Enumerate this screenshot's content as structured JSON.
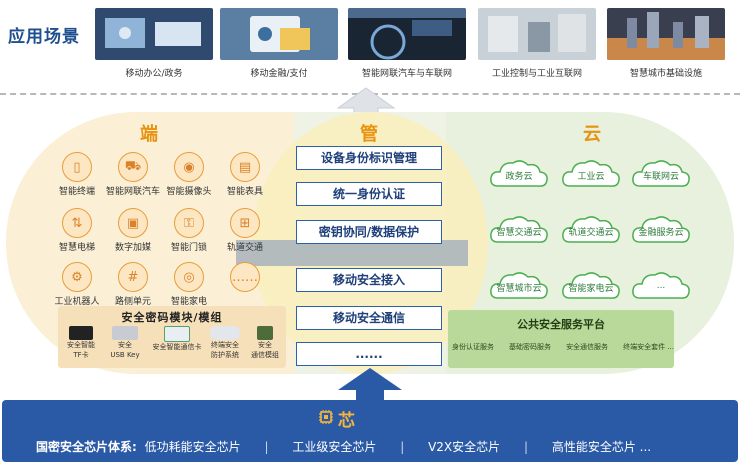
{
  "scenarios": {
    "title": "应用场景",
    "items": [
      {
        "label": "移动办公/政务"
      },
      {
        "label": "移动金融/支付"
      },
      {
        "label": "智能网联汽车与车联网"
      },
      {
        "label": "工业控制与工业互联网"
      },
      {
        "label": "智慧城市基础设施"
      }
    ]
  },
  "columns": {
    "end": "端",
    "manage": "管",
    "cloud": "云"
  },
  "end_devices": [
    {
      "label": "智能终端",
      "icon": "phone-icon"
    },
    {
      "label": "智能网联汽车",
      "icon": "car-icon"
    },
    {
      "label": "智能摄像头",
      "icon": "camera-icon"
    },
    {
      "label": "智能表具",
      "icon": "meter-icon"
    },
    {
      "label": "智慧电梯",
      "icon": "elevator-icon"
    },
    {
      "label": "数字加媒",
      "icon": "media-icon"
    },
    {
      "label": "智能门锁",
      "icon": "lock-icon"
    },
    {
      "label": "轨道交通",
      "icon": "train-icon"
    },
    {
      "label": "工业机器人",
      "icon": "robot-icon"
    },
    {
      "label": "路侧单元",
      "icon": "roadside-icon"
    },
    {
      "label": "智能家电",
      "icon": "appliance-icon"
    },
    {
      "label": "……",
      "icon": "more-icon"
    }
  ],
  "security_module": {
    "title": "安全密码模块/模组",
    "items": [
      {
        "label_1": "安全智能",
        "label_2": "TF卡"
      },
      {
        "label_1": "安全",
        "label_2": "USB Key"
      },
      {
        "label_1": "安全智能通信卡",
        "label_2": ""
      },
      {
        "label_1": "终端安全",
        "label_2": "防护系统"
      },
      {
        "label_1": "安全",
        "label_2": "通信模组"
      }
    ]
  },
  "management": [
    "设备身份标识管理",
    "统一身份认证",
    "密钥协同/数据保护",
    "移动安全接入",
    "移动安全通信",
    "......"
  ],
  "clouds": [
    "政务云",
    "工业云",
    "车联网云",
    "智慧交通云",
    "轨道交通云",
    "金融服务云",
    "智慧城市云",
    "智能家电云",
    "..."
  ],
  "platform": {
    "title": "公共安全服务平台",
    "items": [
      "身份认证服务",
      "基础密码服务",
      "安全通信服务",
      "终端安全套件 ..."
    ]
  },
  "chip": {
    "title": "芯",
    "system_label": "国密安全芯片体系:",
    "types": [
      "低功耗能安全芯片",
      "工业级安全芯片",
      "V2X安全芯片",
      "高性能安全芯片 ..."
    ]
  },
  "colors": {
    "title_blue": "#1f4f8f",
    "accent_orange": "#e8920f",
    "chip_blue": "#2a5aa6",
    "cloud_green": "#2d7a3a"
  }
}
